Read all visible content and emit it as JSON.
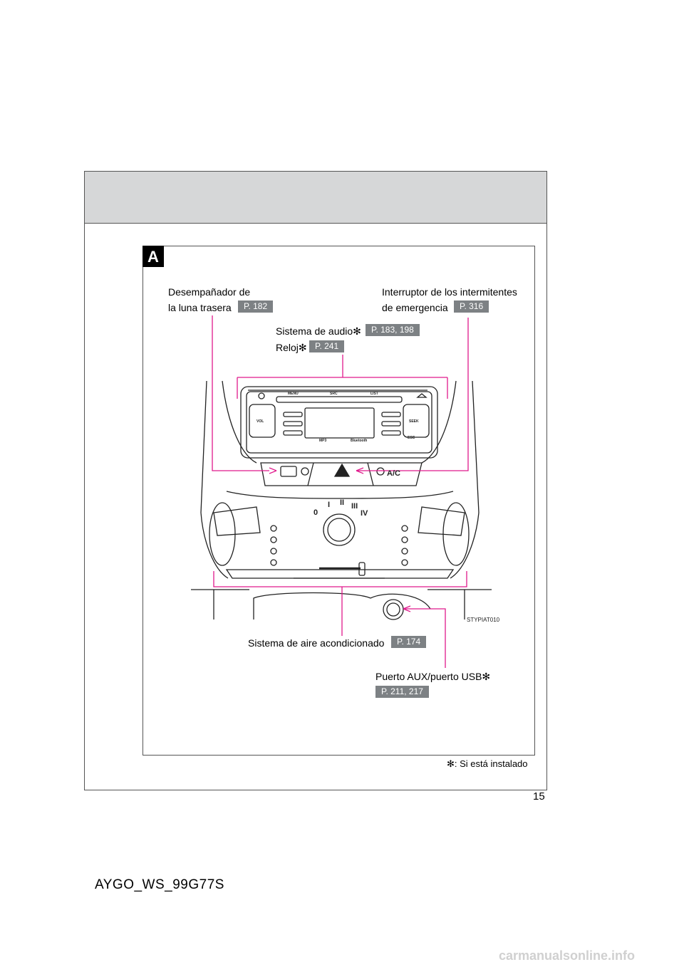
{
  "section": {
    "letter": "A"
  },
  "labels": {
    "rear_defogger_l1": "Desempañador de",
    "rear_defogger_l2": "la luna trasera",
    "rear_defogger_ref": "P. 182",
    "hazard_l1": "Interruptor de los intermitentes",
    "hazard_l2": "de emergencia",
    "hazard_ref": "P. 316",
    "audio": "Sistema de audio✻",
    "audio_ref": "P. 183, 198",
    "clock": "Reloj✻",
    "clock_ref": "P. 241",
    "ac": "Sistema de aire acondicionado",
    "ac_ref": "P. 174",
    "aux": "Puerto AUX/puerto USB✻",
    "aux_ref": "P. 211, 217"
  },
  "diagram": {
    "code": "STYPIAT010",
    "radio_menu": "MENU",
    "radio_src": "SRC",
    "radio_list": "LIST",
    "radio_vol": "VOL",
    "radio_seek": "SEEK",
    "radio_esc": "ESC",
    "radio_mp3": "MP3",
    "radio_bt": "Bluetooth",
    "ac_button": "A/C",
    "fan_0": "0",
    "fan_1": "I",
    "fan_2": "II",
    "fan_3": "III",
    "fan_4": "IV"
  },
  "footnote": "✻: Si está instalado",
  "page_number": "15",
  "doc_code": "AYGO_WS_99G77S",
  "watermark": "carmanualsonline.info",
  "colors": {
    "leader": "#e0198c",
    "ref_bg": "#7d8184",
    "header_bg": "#d6d7d8"
  }
}
